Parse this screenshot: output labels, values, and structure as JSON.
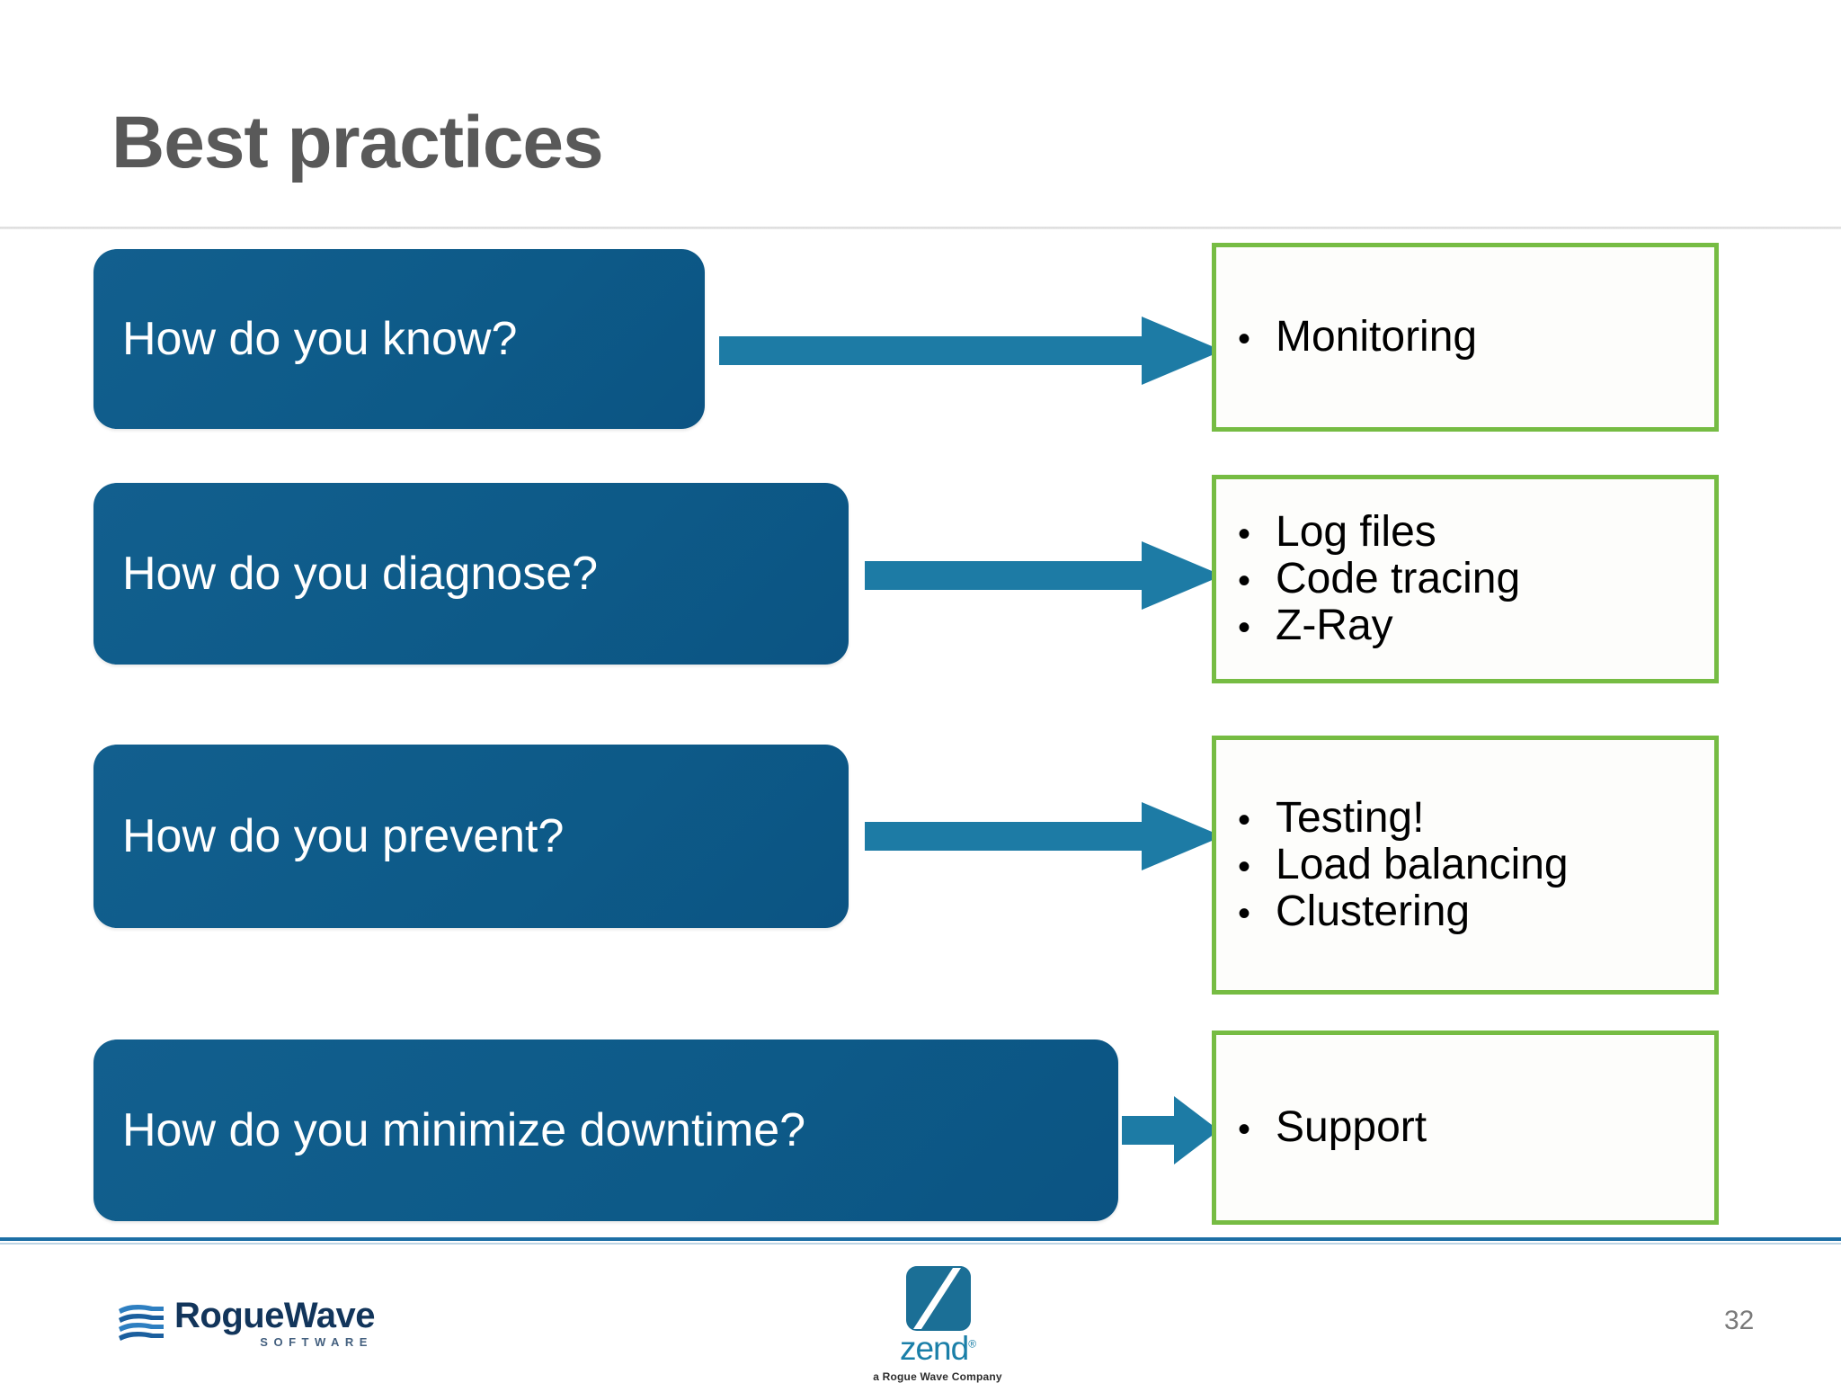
{
  "slide": {
    "title": "Best practices",
    "page_number": "32"
  },
  "colors": {
    "question_box": "#0e5c8b",
    "result_box_border": "#76bc43",
    "arrow": "#1d7ba5",
    "title_text": "#595959",
    "footer_rule": "#1d6fa5"
  },
  "rows": [
    {
      "question": "How do you know?",
      "arrow": "arrow-right-icon",
      "answers": [
        "Monitoring"
      ]
    },
    {
      "question": "How do you diagnose?",
      "arrow": "arrow-right-icon",
      "answers": [
        "Log files",
        "Code tracing",
        "Z-Ray"
      ]
    },
    {
      "question": "How do you prevent?",
      "arrow": "arrow-right-icon",
      "answers": [
        "Testing!",
        "Load balancing",
        "Clustering"
      ]
    },
    {
      "question": "How do you minimize downtime?",
      "arrow": "arrow-right-icon",
      "answers": [
        "Support"
      ]
    }
  ],
  "bullet_glyph": "•",
  "footer": {
    "rogue_wave": {
      "name": "RogueWave",
      "subtitle": "SOFTWARE",
      "mark": "wave-lines-icon"
    },
    "zend": {
      "word": "zend",
      "registered": "®",
      "tagline": "a Rogue Wave Company",
      "mark": "zend-z-icon"
    }
  }
}
